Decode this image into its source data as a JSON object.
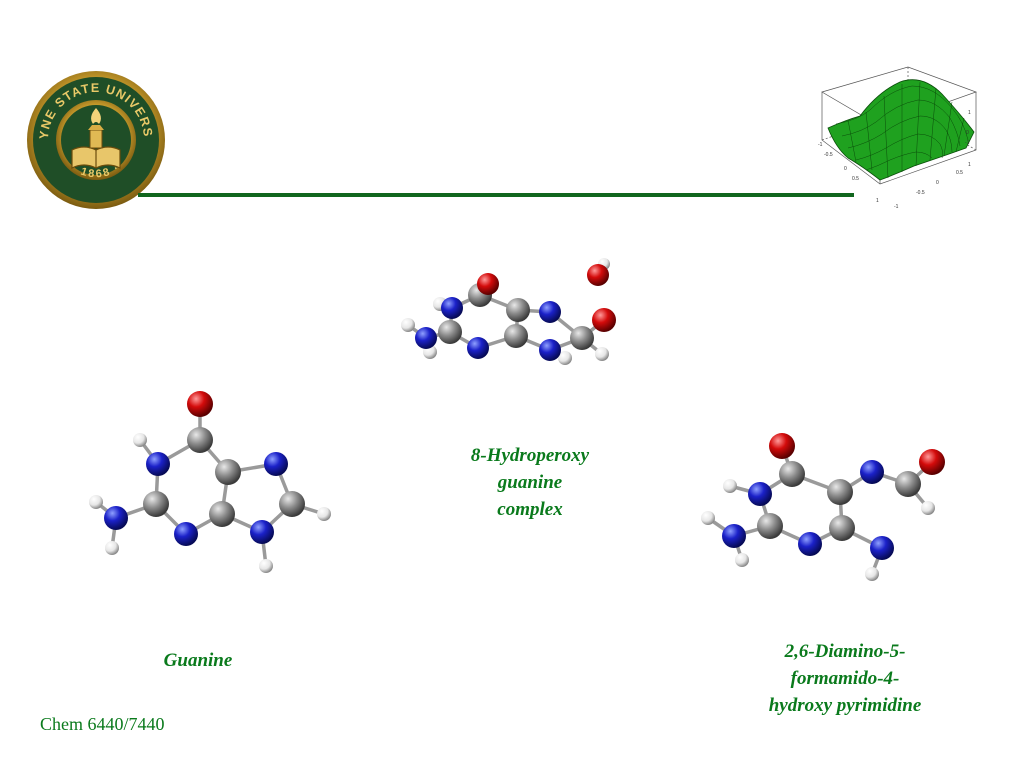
{
  "colors": {
    "accent_green": "#0a7a1c",
    "rule_green": "#11661e",
    "seal_green": "#1f4e27",
    "seal_gold": "#c89c2c",
    "carbon": "#8c8c8c",
    "nitrogen": "#1b21c9",
    "oxygen": "#d40b0b",
    "hydrogen": "#e6e6e6",
    "surface": "#1fa11f"
  },
  "logo": {
    "icon": "university-seal-icon",
    "text": "WAYNE STATE UNIVERSITY",
    "year": "1868"
  },
  "plot_icon": {
    "icon": "3d-surface-plot-icon",
    "tick_labels": [
      "-1",
      "-0.5",
      "0",
      "0.5",
      "1",
      "-1",
      "-0.5",
      "0",
      "0.5",
      "1",
      "-1",
      "0",
      "1"
    ]
  },
  "captions": {
    "hydroperoxy": [
      "8-Hydroperoxy",
      "guanine",
      "complex"
    ],
    "guanine": [
      "Guanine"
    ],
    "pyrimidine": [
      "2,6-Diamino-5-",
      "formamido-4-",
      "hydroxy pyrimidine"
    ]
  },
  "molecules": {
    "hydroperoxy": {
      "icon": "8-hydroperoxy-guanine-molecule-icon"
    },
    "guanine": {
      "icon": "guanine-molecule-icon"
    },
    "pyrimidine": {
      "icon": "diamino-formamido-hydroxypyrimidine-molecule-icon"
    }
  },
  "footer": {
    "course": "Chem 6440/7440"
  }
}
